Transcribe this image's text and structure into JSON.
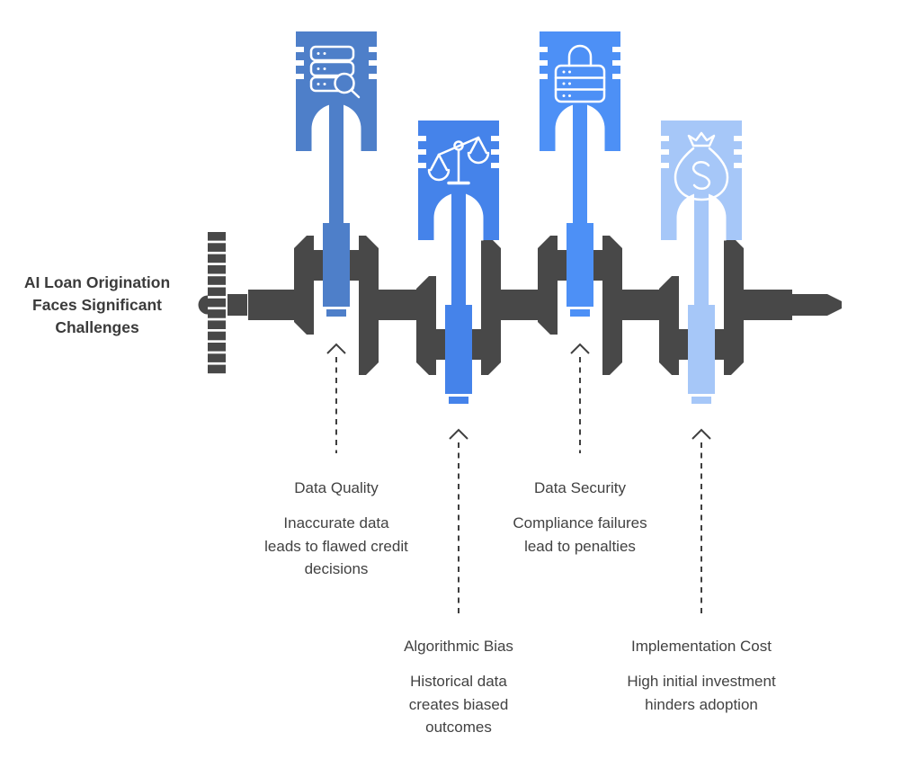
{
  "title": "AI Loan Origination Faces Significant Challenges",
  "colors": {
    "crankshaft": "#484848",
    "arrow": "#3f3f3f",
    "title_text": "#3b3b3b",
    "label_text": "#424242",
    "icon_stroke": "#ffffff",
    "background": "#ffffff"
  },
  "challenges": [
    {
      "label": "Data Quality",
      "description": "Inaccurate data leads to flawed credit decisions",
      "icon": "database-search-icon",
      "color": "#4e7fc9",
      "piston_position": "up"
    },
    {
      "label": "Algorithmic Bias",
      "description": "Historical data creates biased outcomes",
      "icon": "balance-scale-icon",
      "color": "#4583ea",
      "piston_position": "down"
    },
    {
      "label": "Data Security",
      "description": "Compliance failures lead to penalties",
      "icon": "lock-server-icon",
      "color": "#4d90f6",
      "piston_position": "up"
    },
    {
      "label": "Implementation Cost",
      "description": "High initial investment hinders adoption",
      "icon": "money-bag-icon",
      "color": "#a6c7f8",
      "piston_position": "down"
    }
  ]
}
